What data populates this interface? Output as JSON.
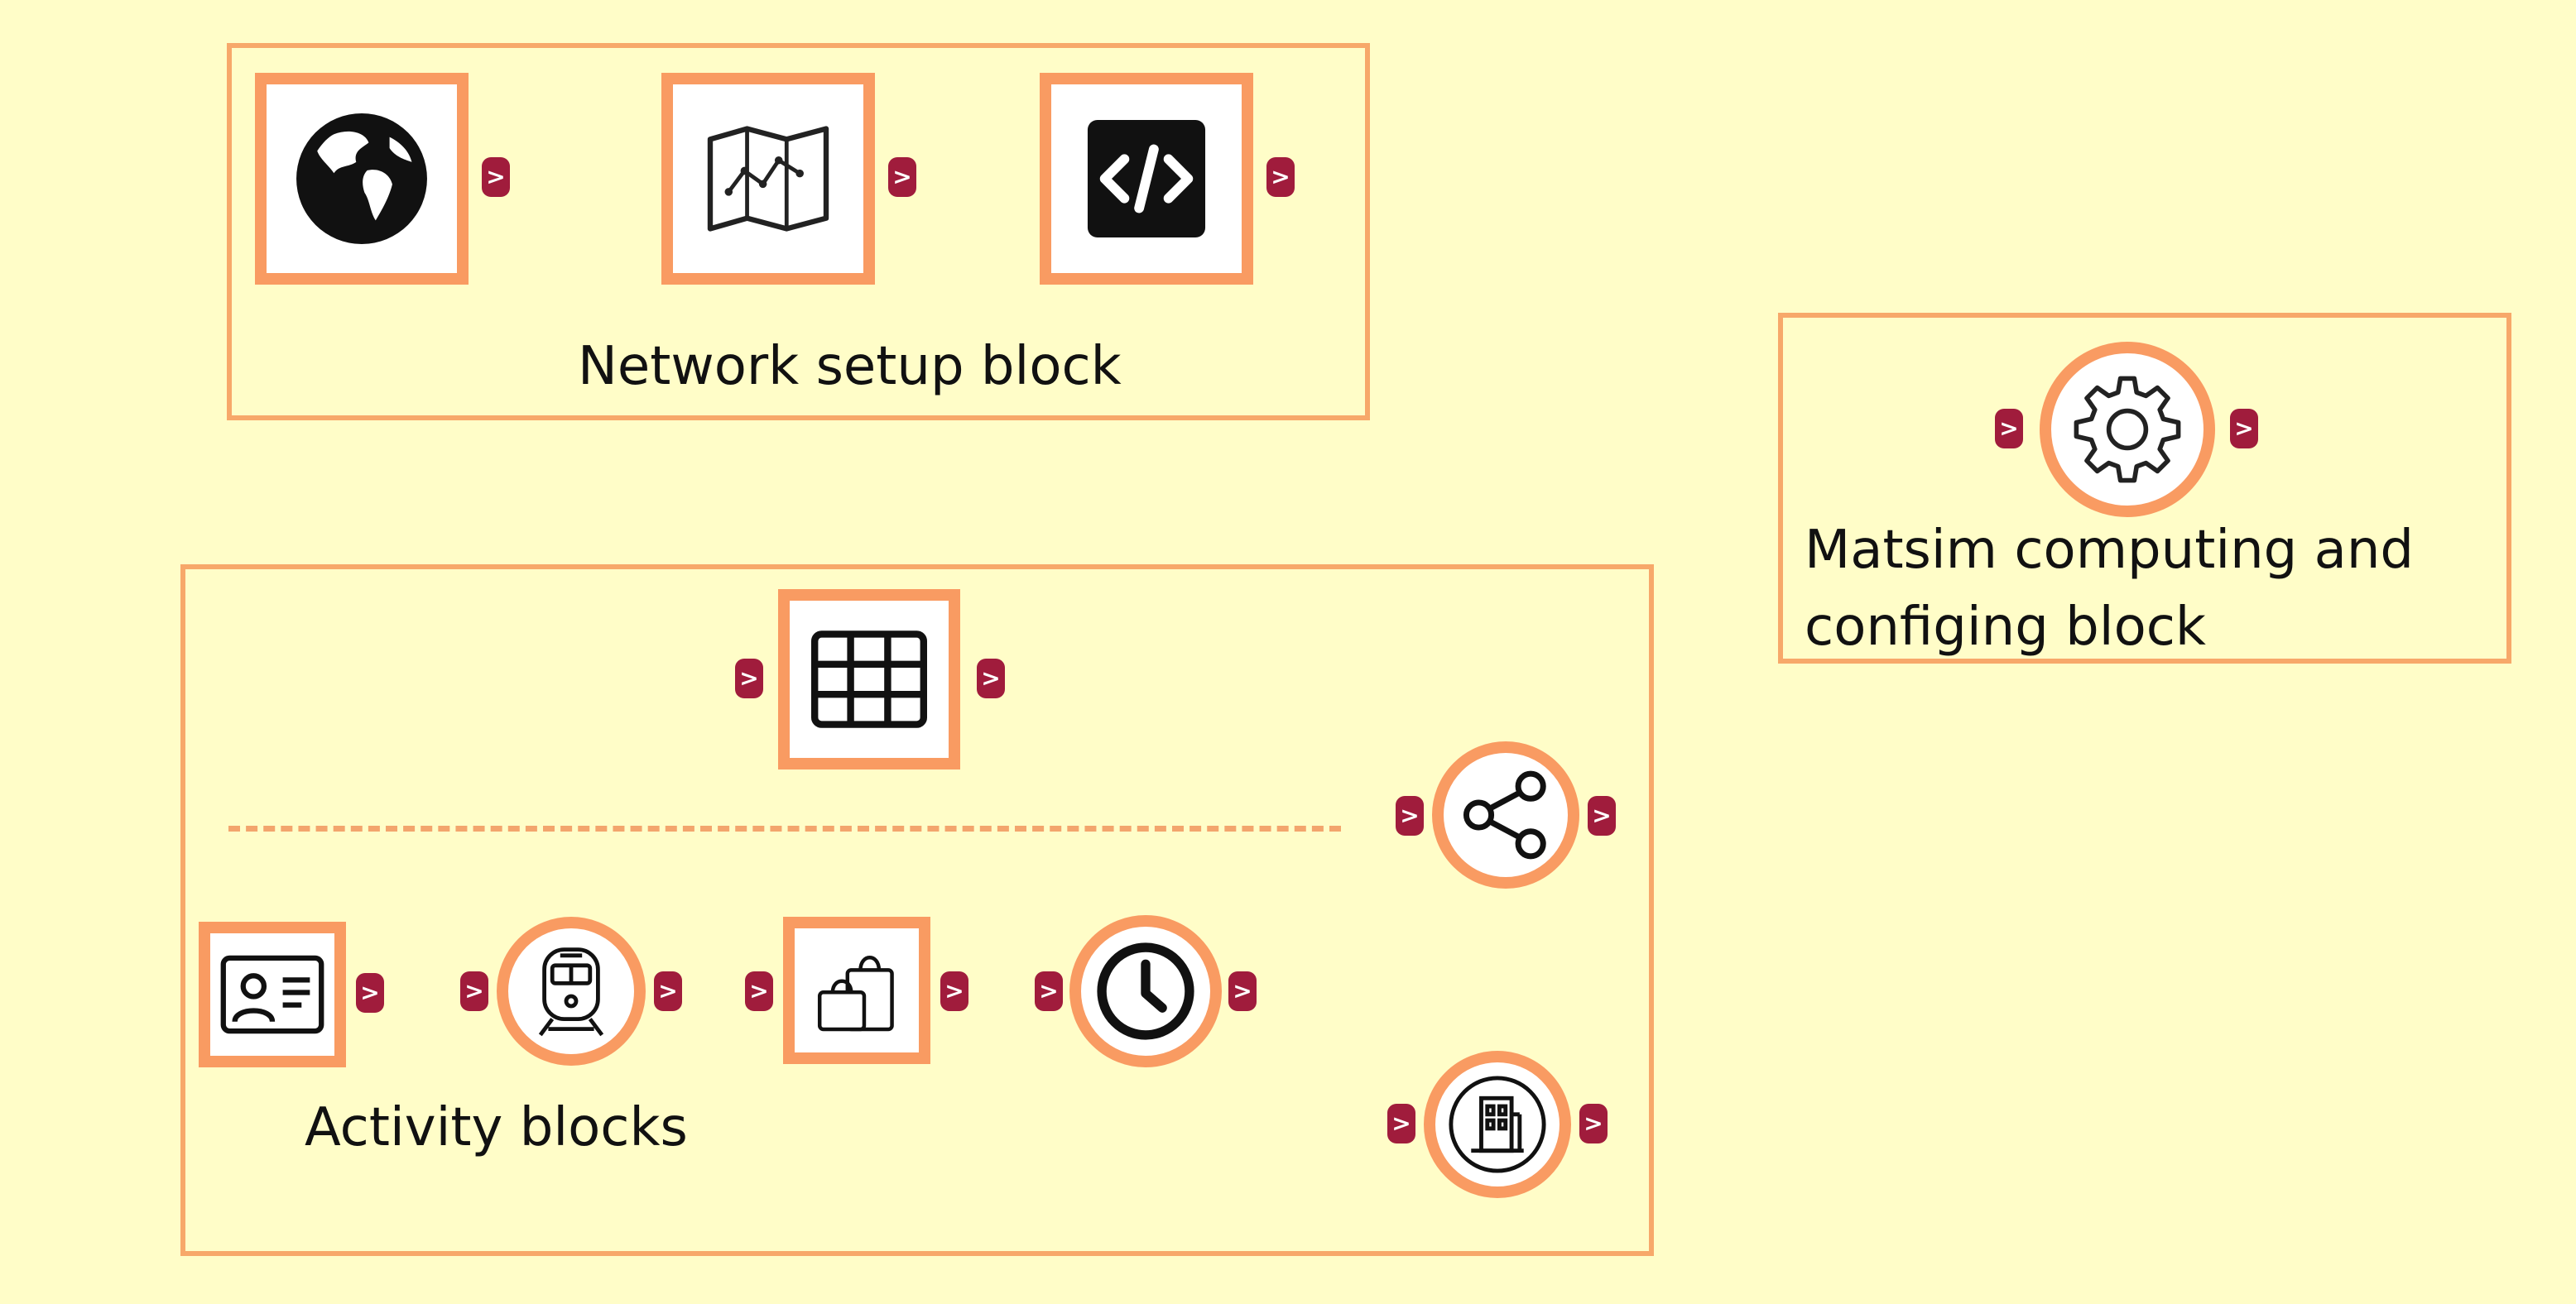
{
  "diagram": {
    "network_setup": {
      "label": "Network setup block",
      "nodes": [
        {
          "name": "globe-icon"
        },
        {
          "name": "map-icon"
        },
        {
          "name": "code-icon"
        }
      ]
    },
    "matsim": {
      "label_line1": "Matsim computing and",
      "label_line2": "configing block",
      "nodes": [
        {
          "name": "gear-icon"
        }
      ]
    },
    "activity": {
      "label": "Activity blocks",
      "nodes": [
        {
          "name": "table-icon"
        },
        {
          "name": "share-icon"
        },
        {
          "name": "id-card-icon"
        },
        {
          "name": "train-icon"
        },
        {
          "name": "shopping-bags-icon"
        },
        {
          "name": "clock-icon"
        },
        {
          "name": "building-icon"
        }
      ]
    },
    "port_symbol": ">",
    "colors": {
      "background": "#fffdc8",
      "box_border": "#f7a86a",
      "node_border": "#f99b62",
      "port": "#a01c3c"
    }
  }
}
